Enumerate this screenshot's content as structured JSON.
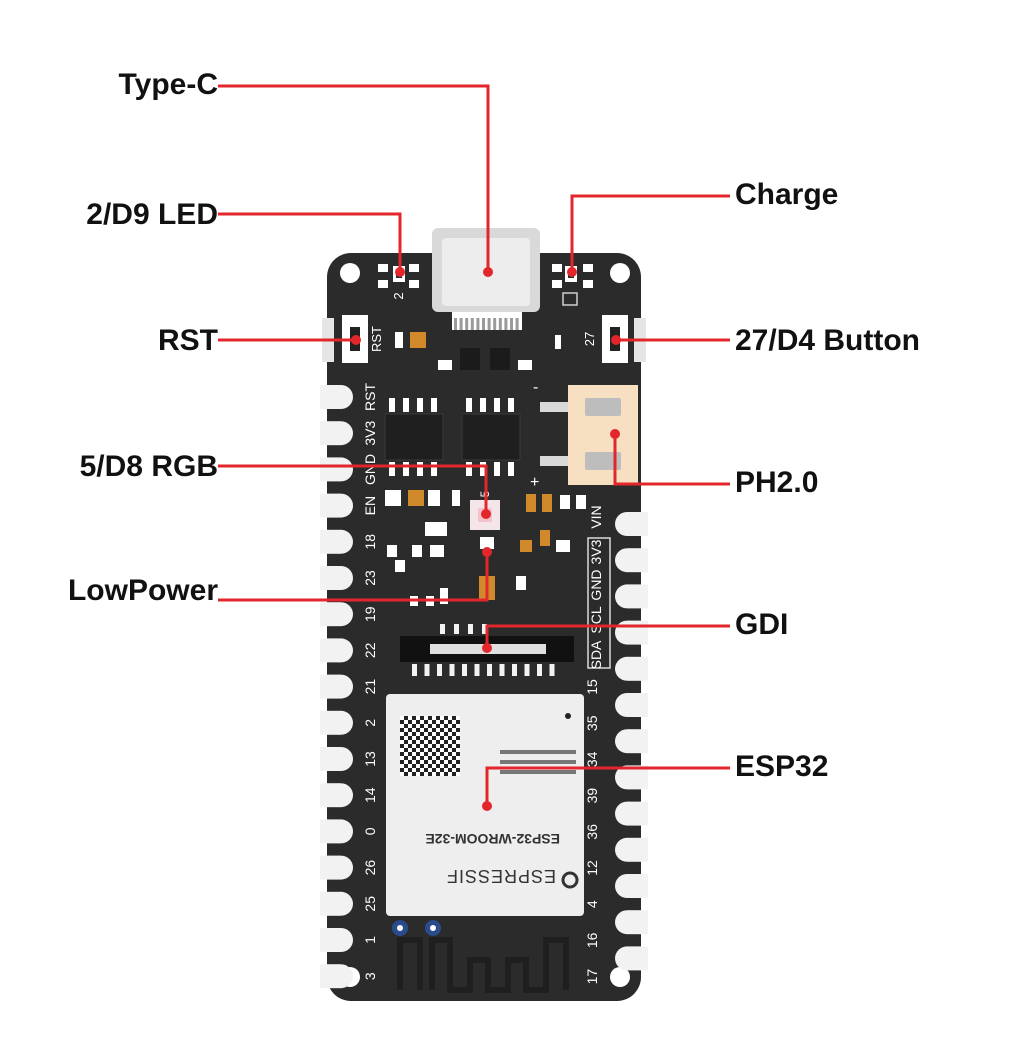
{
  "callouts": {
    "type_c": "Type-C",
    "led": "2/D9 LED",
    "charge": "Charge",
    "rst": "RST",
    "button": "27/D4 Button",
    "rgb": "5/D8 RGB",
    "ph": "PH2.0",
    "lowpower": "LowPower",
    "gdi": "GDI",
    "esp32": "ESP32"
  },
  "silkscreen": {
    "led_num": "2",
    "rst": "RST",
    "button_num": "27",
    "rgb_num": "5",
    "sda": "SDA",
    "scl": "SCL",
    "gnd_right": "GND",
    "v3_right": "3V3",
    "vin": "VIN",
    "connector_minus": "-",
    "connector_plus": "+",
    "left_pins": [
      "RST",
      "3V3",
      "GND",
      "EN",
      "18",
      "23",
      "19",
      "22",
      "21",
      "2",
      "13",
      "14",
      "0",
      "26",
      "25",
      "1",
      "3"
    ],
    "right_pins": [
      "15",
      "35",
      "34",
      "39",
      "36",
      "12",
      "4",
      "16",
      "17"
    ]
  },
  "module": {
    "model": "ESP32-WROOM-32E",
    "brand": "ESPRESSIF"
  },
  "colors": {
    "board": "#2b2b2b",
    "pad": "#f2f2f2",
    "callout_line": "#e3262b",
    "module_shield": "#eeeeee",
    "connector": "#f7e0c2"
  }
}
